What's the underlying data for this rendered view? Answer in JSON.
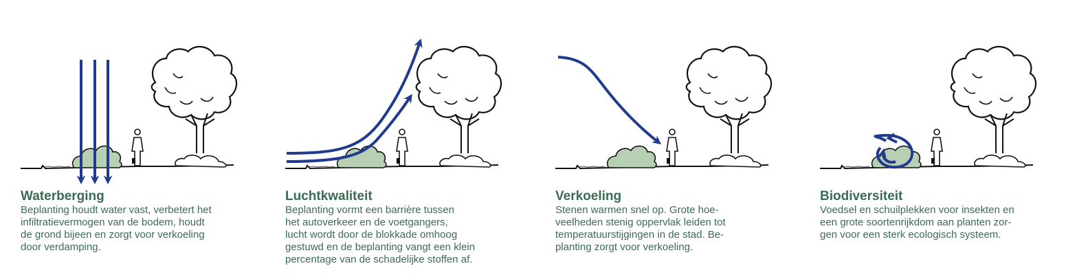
{
  "colors": {
    "heading": "#3a6b54",
    "arrow": "#1f3a8f",
    "shrub": "#b7cfb3",
    "ink": "#111111"
  },
  "icons": [
    "tree-icon",
    "shrub-icon",
    "person-icon",
    "ground-line",
    "blue-arrow-icon"
  ],
  "panels": [
    {
      "title": "Waterberging",
      "lines": [
        "Beplanting houdt water vast, verbetert het",
        "infiltratievermogen van de bodem, houdt",
        "de grond bijeen en zorgt voor verkoeling",
        "door verdamping."
      ]
    },
    {
      "title": "Luchtkwaliteit",
      "lines": [
        "Beplanting vormt een barrière tussen",
        "het autoverkeer en de voetgangers,",
        "lucht wordt door de blokkade omhoog",
        "gestuwd en de beplanting vangt een klein",
        "percentage van de schadelijke stoffen af."
      ]
    },
    {
      "title": "Verkoeling",
      "lines": [
        "Stenen warmen snel op. Grote hoe-",
        "veelheden stenig oppervlak leiden tot",
        "temperatuurstijgingen in de stad. Be-",
        "planting zorgt voor verkoeling."
      ]
    },
    {
      "title": "Biodiversiteit",
      "lines": [
        "Voedsel en schuilplekken voor insekten en",
        "een grote soortenrijkdom aan planten zor-",
        "gen voor een sterk ecologisch systeem."
      ]
    }
  ]
}
